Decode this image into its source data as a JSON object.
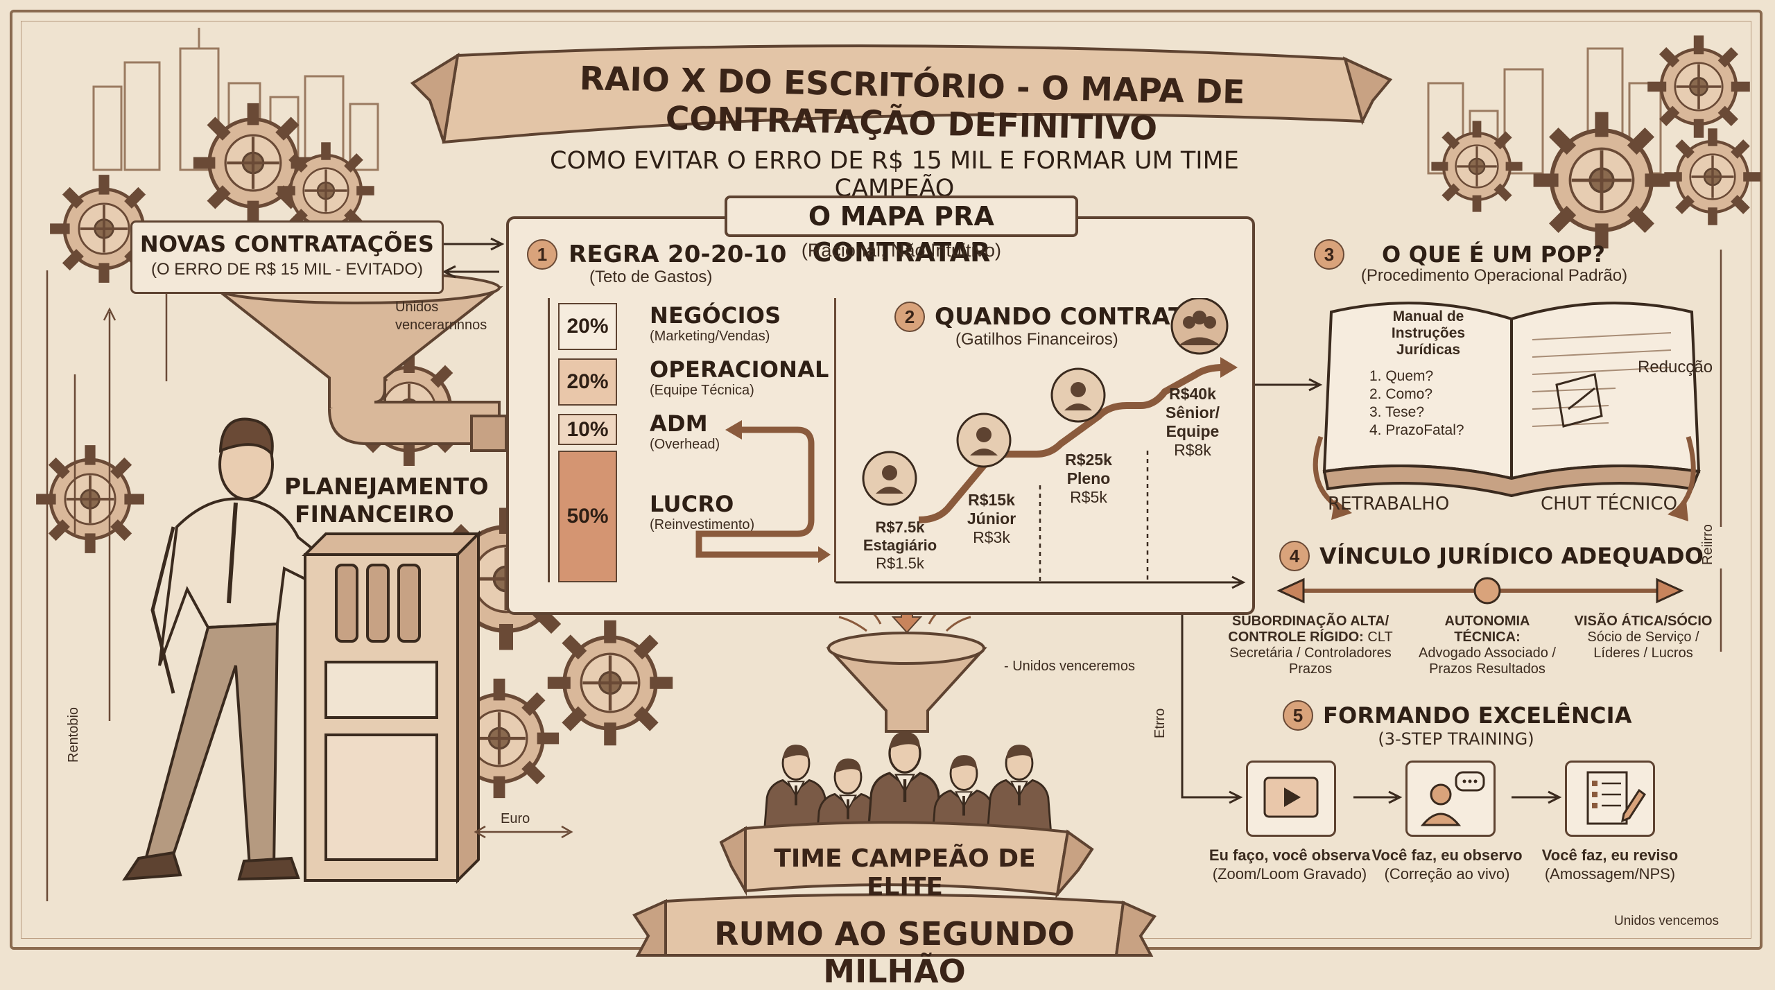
{
  "header": {
    "title": "RAIO X DO ESCRITÓRIO - O MAPA DE CONTRATAÇÃO DEFINITIVO",
    "subtitle": "COMO EVITAR O ERRO DE R$ 15 MIL E FORMAR UM TIME CAMPEÃO"
  },
  "left": {
    "novas_title": "NOVAS CONTRATAÇÕES",
    "novas_sub": "(O ERRO DE R$ 15 MIL - EVITADO)",
    "unidos_label": "Unidos vencerarnnnos",
    "planejamento": [
      "PLANEJAMENTO",
      "FINANCEIRO"
    ],
    "rentobio": "Rentobio",
    "euro": "Euro"
  },
  "mapa": {
    "title": "O MAPA PRA CONTRATAR",
    "subtitle": "(Racional, Não Intuitivo)"
  },
  "regra": {
    "num": "1",
    "title": "REGRA 20-20-10",
    "subtitle": "(Teto de Gastos)",
    "items": [
      {
        "pct": "20%",
        "label": "NEGÓCIOS",
        "desc": "(Marketing/Vendas)"
      },
      {
        "pct": "20%",
        "label": "OPERACIONAL",
        "desc": "(Equipe Técnica)"
      },
      {
        "pct": "10%",
        "label": "ADM",
        "desc": "(Overhead)"
      },
      {
        "pct": "50%",
        "label": "LUCRO",
        "desc": "(Reinvestimento)"
      }
    ]
  },
  "quando": {
    "num": "2",
    "title": "QUANDO CONTRATAR",
    "subtitle": "(Gatilhos Financeiros)",
    "steps": [
      {
        "revenue": "R$7.5k",
        "role": "Estagiário",
        "cost": "R$1.5k"
      },
      {
        "revenue": "R$15k",
        "role": "Júnior",
        "cost": "R$3k"
      },
      {
        "revenue": "R$25k",
        "role": "Pleno",
        "cost": "R$5k"
      },
      {
        "revenue": "R$40k",
        "role": "Sênior/ Equipe",
        "cost": "R$8k"
      }
    ]
  },
  "pop": {
    "num": "3",
    "title": "O QUE É UM POP?",
    "subtitle": "(Procedimento Operacional Padrão)",
    "manual_title": "Manual de Instruções Jurídicas",
    "manual_items": [
      "1. Quem?",
      "2. Como?",
      "3. Tese?",
      "4. PrazoFatal?"
    ],
    "reducao": "Reducção",
    "retrabalho": "RETRABALHO",
    "chute": "CHUT TÉCNICO",
    "reiirro": "Reiirro"
  },
  "vinculo": {
    "num": "4",
    "title": "VÍNCULO JURÍDICO ADEQUADO",
    "cols": [
      {
        "head": "SUBORDINAÇÃO ALTA/ CONTROLE RÍGIDO:",
        "tail": "CLT",
        "desc": "Secretária / Controladores Prazos"
      },
      {
        "head": "AUTONOMIA TÉCNICA:",
        "tail": "",
        "desc": "Advogado Associado / Prazos Resultados"
      },
      {
        "head": "VISÃO ÁTICA/SÓCIO",
        "tail": "",
        "desc": "Sócio de Serviço / Líderes / Lucros"
      }
    ]
  },
  "excelencia": {
    "num": "5",
    "title": "FORMANDO EXCELÊNCIA",
    "subtitle": "(3-STEP TRAINING)",
    "steps": [
      {
        "title": "Eu faço, você observa",
        "desc": "(Zoom/Loom Gravado)"
      },
      {
        "title": "Você faz, eu observo",
        "desc": "(Correção ao vivo)"
      },
      {
        "title": "Você faz, eu reviso",
        "desc": "(Amossagem/NPS)"
      }
    ]
  },
  "center": {
    "unidos": "- Unidos venceremos",
    "etrro": "Etrro",
    "time": "TIME CAMPEÃO DE ELITE",
    "rumo": "RUMO AO SEGUNDO MILHÃO"
  },
  "footer": {
    "unidos": "Unidos vencemos"
  },
  "colors": {
    "paper": "#efe3d0",
    "ink": "#3a2a1e",
    "accent": "#c8845c",
    "accent_light": "#e8c3a5"
  }
}
